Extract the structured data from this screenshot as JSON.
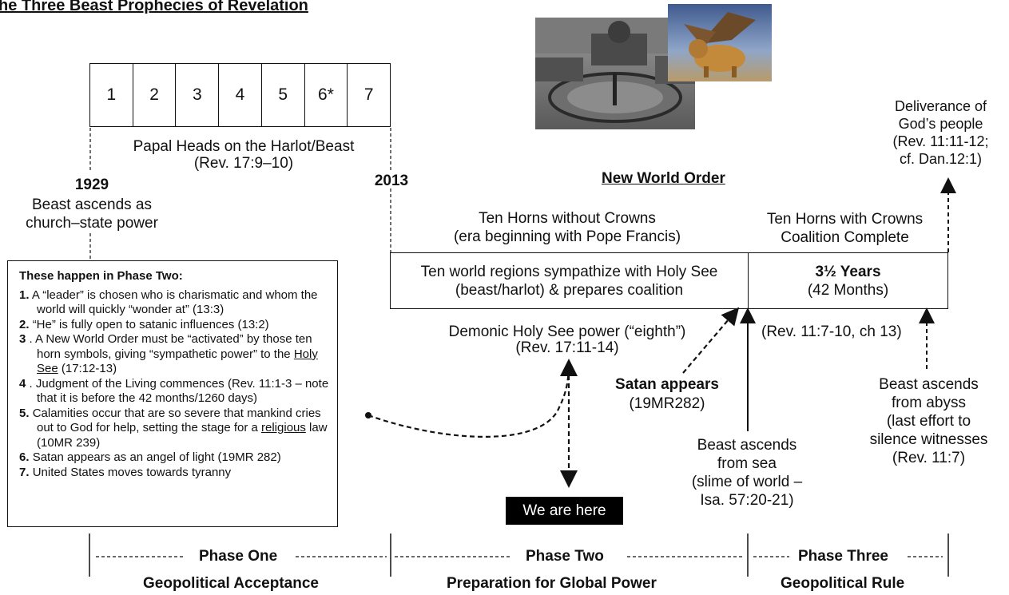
{
  "title": "he Three Beast Prophecies of Revelation",
  "heads": [
    "1",
    "2",
    "3",
    "4",
    "5",
    "6*",
    "7"
  ],
  "heads_caption": [
    "Papal Heads on the Harlot/Beast",
    "(Rev. 17:9–10)"
  ],
  "year_1929": "1929",
  "beast_ascends_church": [
    "Beast ascends as",
    "church–state power"
  ],
  "year_2013": "2013",
  "new_world_order": "New World Order",
  "deliverance": [
    "Deliverance of",
    "God’s people",
    "(Rev. 11:11-12;",
    "cf. Dan.12:1)"
  ],
  "horns_without": [
    "Ten Horns without Crowns",
    "(era beginning with Pope Francis)"
  ],
  "horns_with": [
    "Ten Horns with Crowns",
    "Coalition Complete"
  ],
  "regions": [
    "Ten world regions sympathize with Holy See",
    "(beast/harlot) & prepares coalition"
  ],
  "years_title": "3½ Years",
  "years_sub": "(42 Months)",
  "demonic": [
    "Demonic Holy See power (“eighth”)",
    "(Rev. 17:11-14)"
  ],
  "rev_ref": "(Rev. 11:7-10, ch 13)",
  "satan_appears": "Satan appears",
  "satan_ref": "(19MR282)",
  "beast_sea": [
    "Beast ascends",
    "from sea",
    "(slime of world –",
    "Isa. 57:20-21)"
  ],
  "beast_abyss": [
    "Beast ascends",
    "from abyss",
    "(last effort to",
    "silence witnesses",
    "(Rev. 11:7)"
  ],
  "phase_two_box": {
    "heading": "These happen in Phase Two:",
    "items": [
      {
        "num": "1.",
        "pre": "A “leader” is chosen who is charismatic and whom the world will quickly “wonder at” (13:3)",
        "ul": "",
        "post": ""
      },
      {
        "num": "2.",
        "pre": "“He” is fully open to satanic influences (13:2)",
        "ul": "",
        "post": ""
      },
      {
        "num": "3",
        "pre": ". A New World Order must be “activated” by those ten horn symbols, giving “sympathetic power” to the ",
        "ul": "Holy See",
        "post": " (17:12-13)"
      },
      {
        "num": "4",
        "pre": ". Judgment of the Living commences (Rev. 11:1-3 – note that it is before the 42 months/1260 days)",
        "ul": "",
        "post": ""
      },
      {
        "num": " 5.",
        "pre": "Calamities occur that are so severe that mankind cries out to God for help, setting the stage for a ",
        "ul": "religious",
        "post": " law (10MR 239)"
      },
      {
        "num": "6.",
        "pre": "Satan appears as an angel of light (19MR 282)",
        "ul": "",
        "post": ""
      },
      {
        "num": "7.",
        "pre": "United States moves towards tyranny",
        "ul": "",
        "post": ""
      }
    ]
  },
  "we_are_here": "We are here",
  "phases": [
    {
      "name": "Phase One",
      "subtitle": "Geopolitical Acceptance"
    },
    {
      "name": "Phase Two",
      "subtitle": "Preparation for Global Power"
    },
    {
      "name": "Phase Three",
      "subtitle": "Geopolitical Rule"
    }
  ]
}
